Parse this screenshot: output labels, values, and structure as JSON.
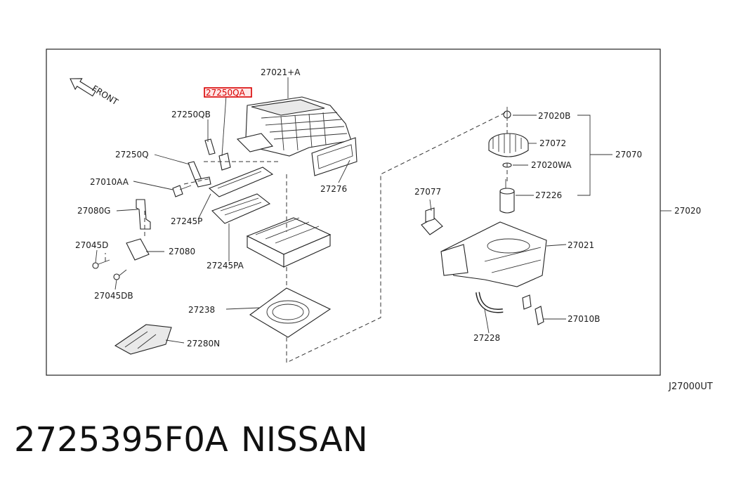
{
  "diagram": {
    "orientation_label": "FRONT",
    "diagram_code": "J27000UT",
    "highlighted_part": "27250QA",
    "callouts": {
      "c27021A": "27021+A",
      "c27250QA": "27250QA",
      "c27250QB": "27250QB",
      "c27250Q": "27250Q",
      "c27010AA": "27010AA",
      "c27080G": "27080G",
      "c27045D": "27045D",
      "c27080": "27080",
      "c27045DB": "27045DB",
      "c27245P": "27245P",
      "c27245PA": "27245PA",
      "c27276": "27276",
      "c27238": "27238",
      "c27280N": "27280N",
      "c27020B": "27020B",
      "c27072": "27072",
      "c27070": "27070",
      "c27020WA": "27020WA",
      "c27226": "27226",
      "c27077": "27077",
      "c27020": "27020",
      "c27021": "27021",
      "c27010B": "27010B",
      "c27228": "27228"
    }
  },
  "footer": {
    "part_number": "2725395F0A",
    "brand": "NISSAN"
  },
  "colors": {
    "highlight": "#d90000",
    "line": "#222222"
  }
}
